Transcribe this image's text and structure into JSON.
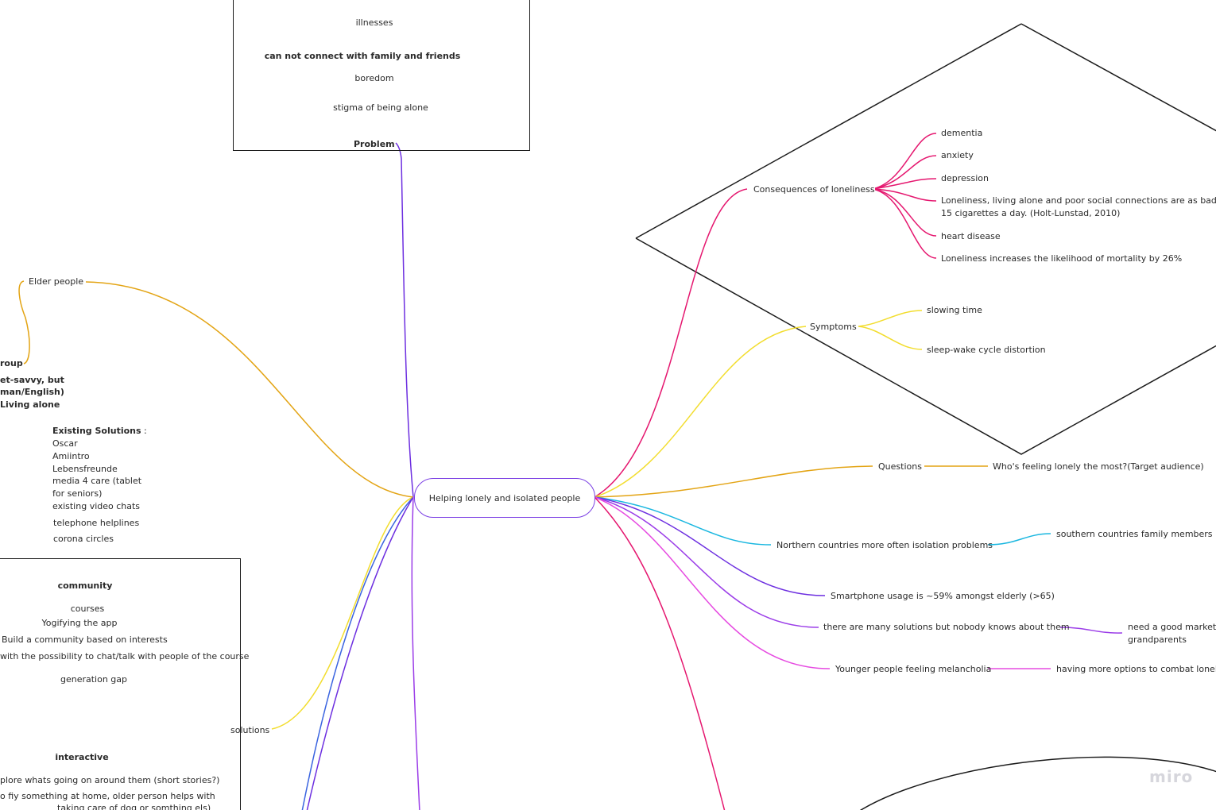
{
  "app": {
    "watermark": "miro"
  },
  "board": {
    "root_label": "Helping lonely and isolated people",
    "problem_frame": {
      "items": [
        "illnesses",
        "can not connect with family and friends",
        "boredom",
        "stigma of being alone"
      ],
      "title": "Problem"
    },
    "left_branch": {
      "elder_people": "Elder people",
      "group_partial": "roup",
      "partial_line1": "et-savvy, but",
      "partial_line2": "man/English)",
      "partial_line3": "Living alone",
      "existing_solutions_title": "Existing Solutions",
      "existing_solutions_colon": " :",
      "existing_solutions": [
        "Oscar",
        "Amiintro",
        "Lebensfreunde",
        "media 4 care (tablet",
        "for seniors)",
        "existing video chats",
        "telephone helplines",
        "corona circles"
      ]
    },
    "solutions_frame": {
      "community_title": "community",
      "community_items": [
        "courses",
        "Yogifying  the  app",
        "Build a community based on interests",
        "with the possibility to chat/talk with people of the course",
        "generation gap"
      ],
      "solutions_label": "solutions",
      "interactive_title": "interactive",
      "interactive_items": [
        "plore whats going on around them (short stories?)",
        "o fiy something at home, older person helps with",
        "taking care of dog or somthing els)"
      ]
    },
    "consequences": {
      "label": "Consequences of loneliness",
      "items": [
        "dementia",
        "anxiety",
        "depression",
        "Loneliness, living alone and poor social connections are as bad for y",
        "15 cigarettes a day. (Holt-Lunstad, 2010)",
        "heart disease",
        "Loneliness increases the likelihood of mortality by 26%"
      ]
    },
    "symptoms": {
      "label": "Symptoms",
      "items": [
        "slowing time",
        "sleep-wake cycle distortion"
      ]
    },
    "questions": {
      "label": "Questions",
      "child": "Who's feeling lonely the most?(Target audience)"
    },
    "northern": {
      "label": "Northern countries more often isolation problems",
      "child": "southern countries family members livi"
    },
    "smartphone": {
      "label": "Smartphone usage is ~59% amongst elderly (>65)"
    },
    "many_solutions": {
      "label": "there are many solutions but nobody knows about them",
      "child_line1": "need a good marketin",
      "child_line2": "grandparents"
    },
    "younger": {
      "label": "Younger people feeling melancholia",
      "child": "having more options to combat loneli"
    }
  },
  "colors": {
    "purple": "#6d2fe0",
    "violet": "#9b3de8",
    "orange": "#e3a414",
    "yellow": "#f2dd2e",
    "magenta": "#e5176f",
    "cyan": "#1ab7e0",
    "pink": "#e64be1",
    "blue": "#3a64e0"
  }
}
